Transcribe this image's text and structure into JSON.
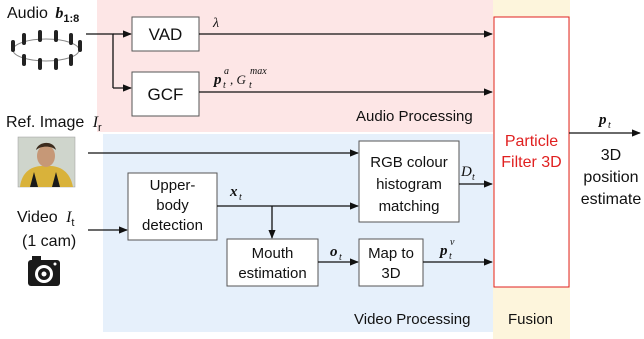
{
  "colors": {
    "audio_region": "#fde6e6",
    "video_region": "#e6f0fb",
    "fusion_region": "#fdf5dc",
    "particle_filter_border": "#e02020",
    "particle_filter_text": "#e02020",
    "box_stroke": "#555555"
  },
  "inputs": {
    "audio_label": "Audio",
    "audio_symbol": "b",
    "audio_subscript": "1:8",
    "ref_image_label": "Ref. Image",
    "ref_image_symbol": "I",
    "ref_image_subscript": "r",
    "video_label": "Video",
    "video_symbol": "I",
    "video_subscript": "t",
    "video_cam": "(1 cam)"
  },
  "icons": {
    "microphone_array": "microphone-array-icon",
    "reference_photo": "portrait-photo-icon",
    "camera": "camera-icon"
  },
  "blocks": {
    "vad": "VAD",
    "gcf": "GCF",
    "upper_body_line1": "Upper-",
    "upper_body_line2": "body",
    "upper_body_line3": "detection",
    "mouth_line1": "Mouth",
    "mouth_line2": "estimation",
    "map_line1": "Map to",
    "map_line2": "3D",
    "rgb_line1": "RGB colour",
    "rgb_line2": "histogram",
    "rgb_line3": "matching",
    "pf_line1": "Particle",
    "pf_line2": "Filter 3D"
  },
  "signals": {
    "lambda": "λ",
    "p_audio": "p",
    "p_audio_sub": "t",
    "p_audio_sup": "a",
    "g_symbol": ", G",
    "g_sub": "t",
    "g_sup": "max",
    "x_symbol": "x",
    "x_sub": "t",
    "o_symbol": "o",
    "o_sub": "t",
    "d_symbol": "D",
    "d_sub": "t",
    "p_video": "p",
    "p_video_sub": "t",
    "p_video_sup": "v",
    "p_out": "p",
    "p_out_sub": "t"
  },
  "regions": {
    "audio": "Audio Processing",
    "video": "Video Processing",
    "fusion": "Fusion"
  },
  "output": {
    "line1": "3D",
    "line2": "position",
    "line3": "estimate"
  }
}
